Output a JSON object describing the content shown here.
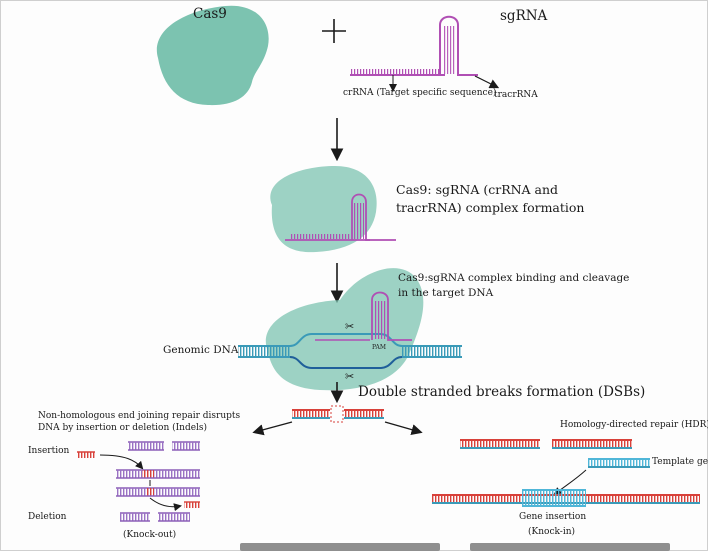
{
  "figure": {
    "cas9_label": "Cas9",
    "sgrna_label": "sgRNA",
    "crrna_label": "crRNA (Target specific sequence)",
    "tracrrna_label": "tracrRNA",
    "complex_formation_line1": "Cas9: sgRNA (crRNA and",
    "complex_formation_line2": "tracrRNA) complex formation",
    "binding_line1": "Cas9:sgRNA complex binding and cleavage",
    "binding_line2": "in the target DNA",
    "genomic_dna_label": "Genomic DNA",
    "pam_label": "PAM",
    "dsb_label": "Double stranded breaks formation (DSBs)",
    "nhej_line1": "Non-homologous end joining repair disrupts",
    "nhej_line2": "DNA by insertion or deletion (Indels)",
    "insertion_label": "Insertion",
    "deletion_label": "Deletion",
    "knockout_label": "(Knock-out)",
    "hdr_label": "Homology-directed repair (HDR)",
    "template_gene_label": "Template gene",
    "gene_insertion_label": "Gene insertion",
    "knockin_label": "(Knock-in)"
  },
  "colors": {
    "cas9": "#7cc3b0",
    "sgrna": "#b04fb4",
    "dna_red": "#d8413a",
    "dna_blue": "#3a9ab8",
    "dna_purple": "#8b5fb8",
    "template": "#4fb6d8",
    "arrow": "#1a1a1a"
  }
}
